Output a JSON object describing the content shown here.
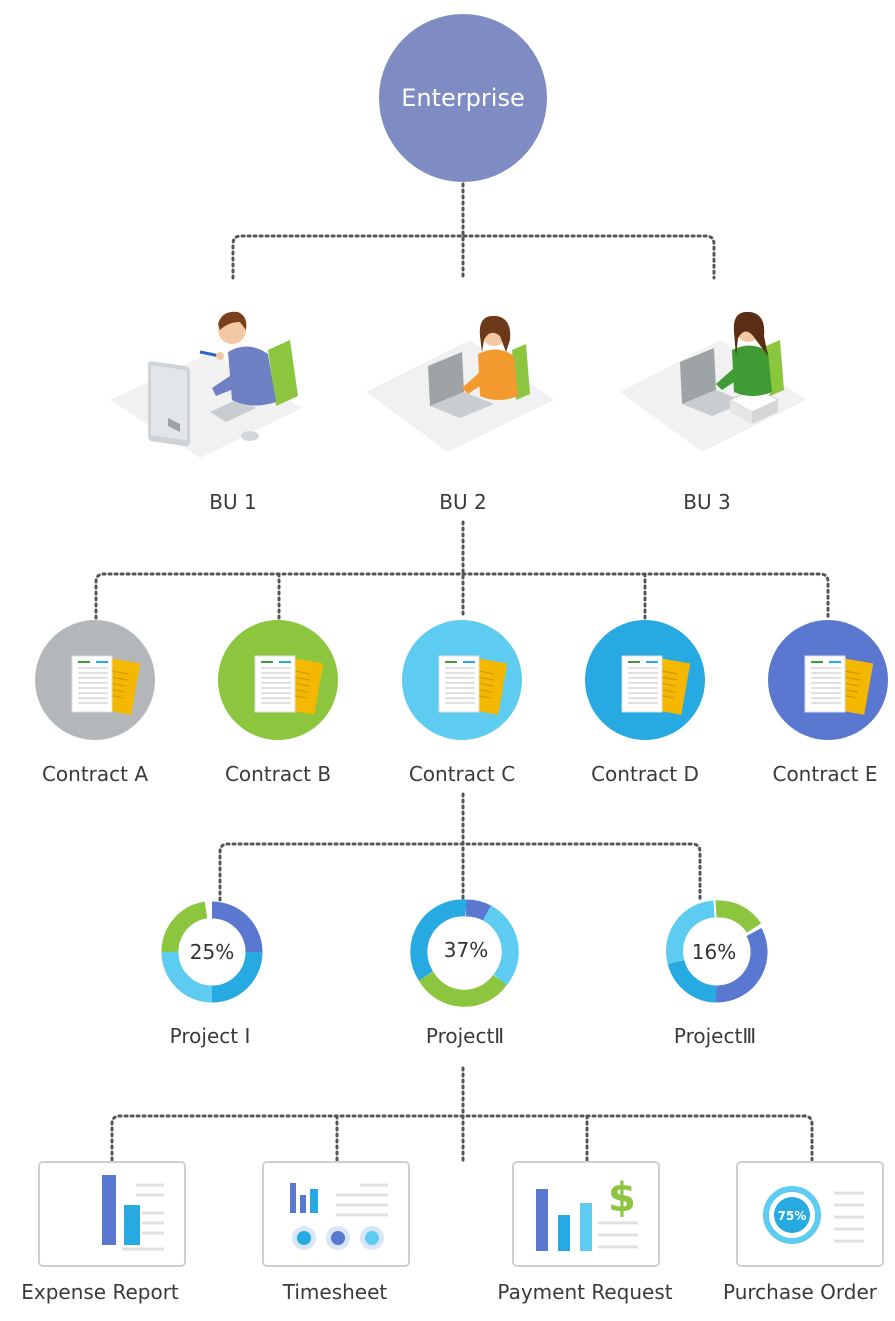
{
  "enterprise": {
    "label": "Enterprise",
    "color": "#7f8cc4"
  },
  "business_units": [
    {
      "label": "BU 1",
      "icon": "person-at-desktop-icon",
      "shirt": "#6e7fc4"
    },
    {
      "label": "BU 2",
      "icon": "person-at-laptop-icon",
      "shirt": "#f29a2e"
    },
    {
      "label": "BU 3",
      "icon": "person-at-laptop-with-printer-icon",
      "shirt": "#3f9c35"
    }
  ],
  "contracts": [
    {
      "label": "Contract A",
      "color": "#b4b7b9"
    },
    {
      "label": "Contract B",
      "color": "#8cc63f"
    },
    {
      "label": "Contract C",
      "color": "#5ecbf0"
    },
    {
      "label": "Contract D",
      "color": "#27a9e1"
    },
    {
      "label": "Contract E",
      "color": "#5a78d0"
    }
  ],
  "projects": [
    {
      "label": "Project I",
      "percent": "25%"
    },
    {
      "label": "ProjectⅡ",
      "percent": "37%"
    },
    {
      "label": "ProjectⅢ",
      "percent": "16%"
    }
  ],
  "documents": [
    {
      "label": "Expense Report",
      "icon": "bar-chart-document-icon"
    },
    {
      "label": "Timesheet",
      "icon": "timesheet-chart-icon"
    },
    {
      "label": "Payment Request",
      "icon": "dollar-bar-chart-icon"
    },
    {
      "label": "Purchase Order",
      "icon": "progress-ring-icon",
      "badge": "75%"
    }
  ],
  "palette": {
    "blue": "#5a78d0",
    "cyan": "#27a9e1",
    "light_cyan": "#5ecbf0",
    "green": "#8cc63f",
    "connector": "#555555"
  }
}
